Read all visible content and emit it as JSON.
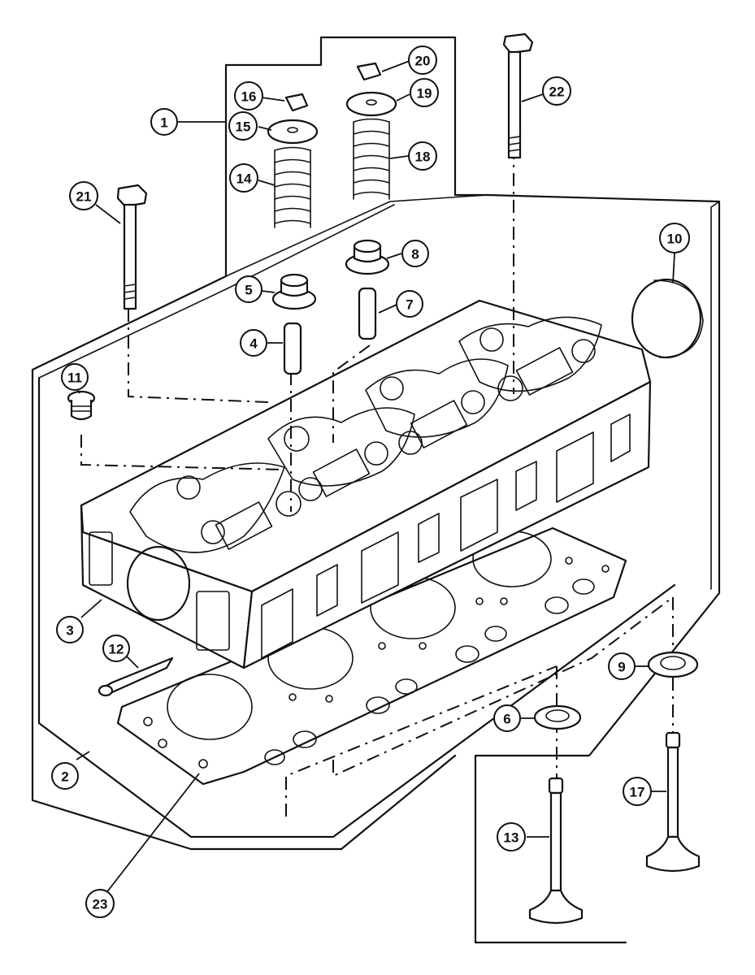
{
  "diagram": {
    "callouts": [
      {
        "id": "c1",
        "label": "1"
      },
      {
        "id": "c2",
        "label": "2"
      },
      {
        "id": "c3",
        "label": "3"
      },
      {
        "id": "c4",
        "label": "4"
      },
      {
        "id": "c5",
        "label": "5"
      },
      {
        "id": "c6",
        "label": "6"
      },
      {
        "id": "c7",
        "label": "7"
      },
      {
        "id": "c8",
        "label": "8"
      },
      {
        "id": "c9",
        "label": "9"
      },
      {
        "id": "c10",
        "label": "10"
      },
      {
        "id": "c11",
        "label": "11"
      },
      {
        "id": "c12",
        "label": "12"
      },
      {
        "id": "c13",
        "label": "13"
      },
      {
        "id": "c14",
        "label": "14"
      },
      {
        "id": "c15",
        "label": "15"
      },
      {
        "id": "c16",
        "label": "16"
      },
      {
        "id": "c17",
        "label": "17"
      },
      {
        "id": "c18",
        "label": "18"
      },
      {
        "id": "c19",
        "label": "19"
      },
      {
        "id": "c20",
        "label": "20"
      },
      {
        "id": "c21",
        "label": "21"
      },
      {
        "id": "c22",
        "label": "22"
      },
      {
        "id": "c23",
        "label": "23"
      }
    ]
  }
}
